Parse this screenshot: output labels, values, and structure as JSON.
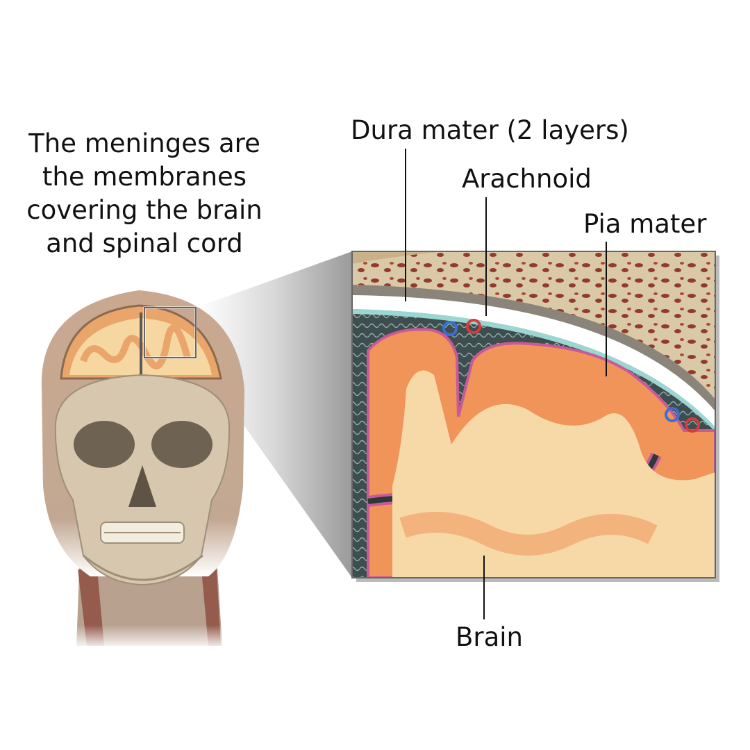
{
  "intro": {
    "lines": [
      "The meninges are",
      "the membranes",
      "covering the brain",
      "and spinal cord"
    ]
  },
  "labels": {
    "dura": "Dura mater (2 layers)",
    "arachnoid": "Arachnoid",
    "pia": "Pia mater",
    "brain": "Brain"
  },
  "colors": {
    "bone": "#d9c9a6",
    "bone_pores": "#8a2a1f",
    "cortex": "#f0945a",
    "white_matter": "#f7d9a8",
    "pia_line": "#c85a9a",
    "arachnoid_space": "#4a5a5a",
    "dura": "#ffffff",
    "vein": "#3b6fd8",
    "artery": "#d83b3b",
    "skull": "#cdbfa8",
    "scalp": "#c9a88f"
  },
  "icons": {
    "skull": "skull-illustration",
    "zoom": "magnify-box"
  }
}
